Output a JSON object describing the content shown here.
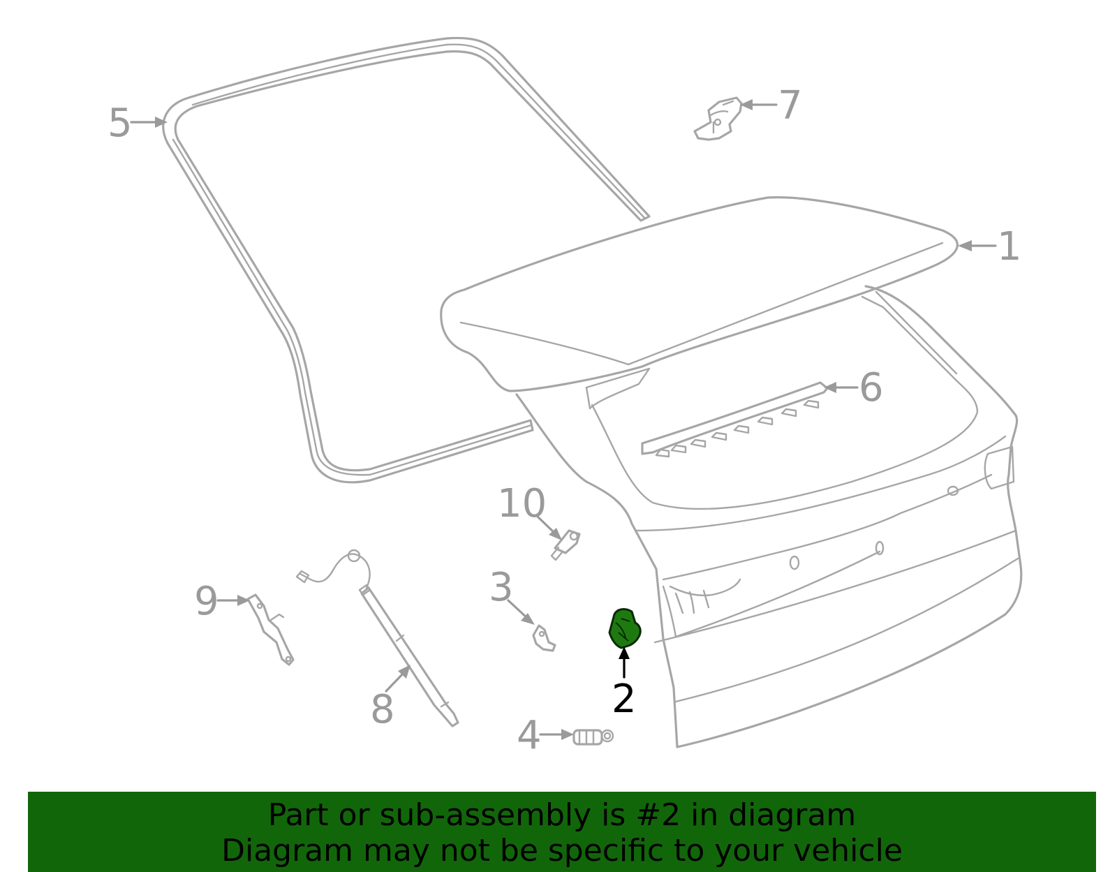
{
  "diagram": {
    "highlighted_part": "2",
    "highlight_color": "#1e7a10",
    "line_color": "#a6a6a6",
    "callouts": [
      {
        "id": "c1",
        "label": "1"
      },
      {
        "id": "c2",
        "label": "2"
      },
      {
        "id": "c3",
        "label": "3"
      },
      {
        "id": "c4",
        "label": "4"
      },
      {
        "id": "c5",
        "label": "5"
      },
      {
        "id": "c6",
        "label": "6"
      },
      {
        "id": "c7",
        "label": "7"
      },
      {
        "id": "c8",
        "label": "8"
      },
      {
        "id": "c9",
        "label": "9"
      },
      {
        "id": "c10",
        "label": "10"
      }
    ]
  },
  "banner": {
    "line1": "Part or sub-assembly is #2 in diagram",
    "line2": "Diagram may not be specific to your vehicle",
    "background_color": "#12660a"
  }
}
